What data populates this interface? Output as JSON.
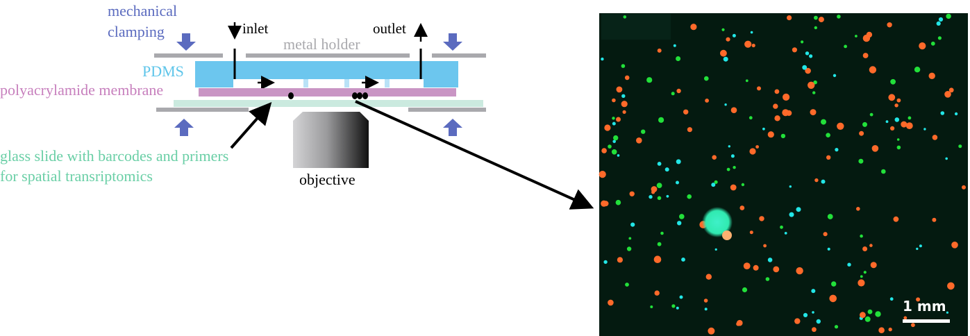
{
  "labels": {
    "clamping_line1": "mechanical",
    "clamping_line2": "clamping",
    "inlet": "inlet",
    "outlet": "outlet",
    "metal_holder": "metal holder",
    "pdms": "PDMS",
    "membrane": "polyacrylamide membrane",
    "glass_line1": "glass slide with barcodes and primers",
    "glass_line2": "for spatial transriptomics",
    "objective": "objective"
  },
  "micrograph": {
    "scale_bar_label": "1 mm"
  },
  "colors": {
    "clamping": "#5b6bbf",
    "metal_holder": "#a9a9ad",
    "pdms": "#6cc6ee",
    "membrane": "#c995c4",
    "membrane_text": "#c77fbd",
    "glass": "#cbeadf",
    "glass_text": "#6acfa6",
    "background_micrograph": "#041a10",
    "bead_orange": "#ff6a2a",
    "bead_green": "#22e03a",
    "bead_cyan": "#22e6e6"
  }
}
